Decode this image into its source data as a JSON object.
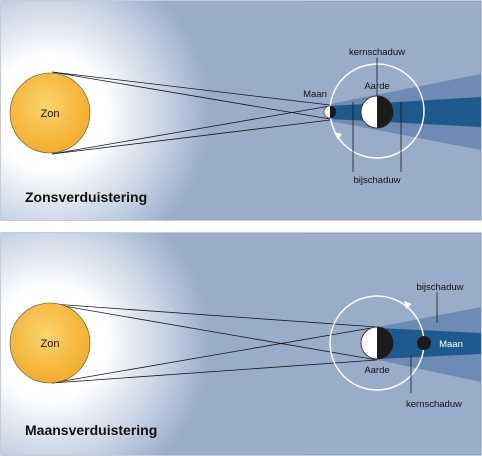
{
  "panels": [
    {
      "title": "Zonsverduistering",
      "labels": {
        "sun": "Zon",
        "moon": "Maan",
        "earth": "Aarde",
        "umbra": "kernschaduw",
        "penumbra": "bijschaduw"
      }
    },
    {
      "title": "Maansverduistering",
      "labels": {
        "sun": "Zon",
        "moon": "Maan",
        "earth": "Aarde",
        "umbra": "kernschaduw",
        "penumbra": "bijschaduw"
      }
    }
  ],
  "colors": {
    "background": "#99acca",
    "sun": "#f5b53a",
    "sun_glow": "#ffffff",
    "umbra": "#1f5a8e",
    "penumbra": "#6d8bb5",
    "orbit": "#ffffff"
  }
}
